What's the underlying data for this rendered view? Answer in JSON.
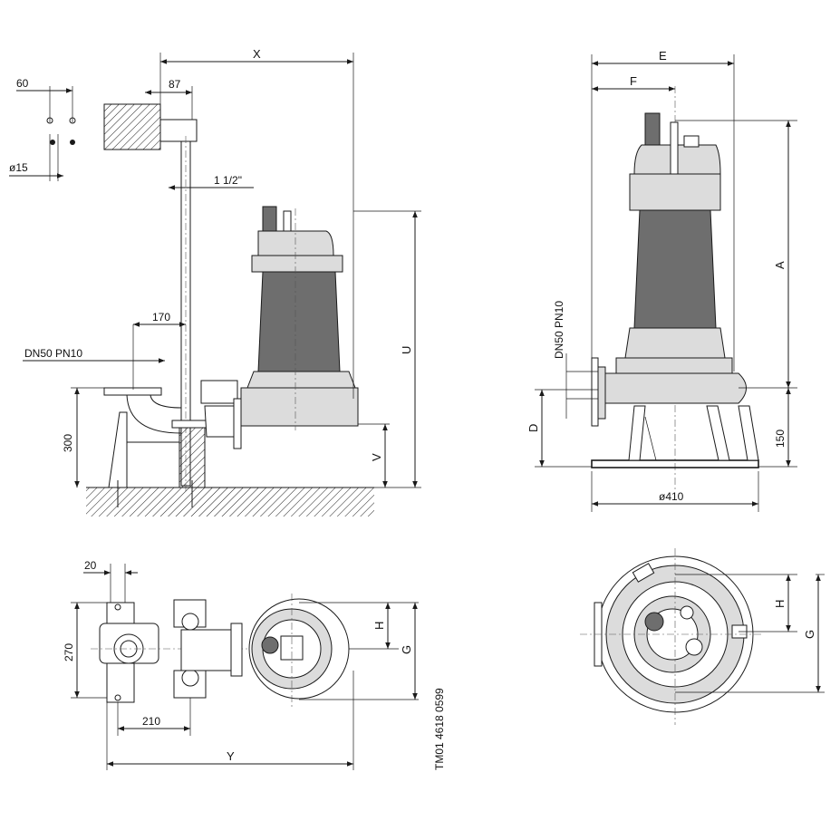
{
  "labels": {
    "x": "X",
    "d87": "87",
    "d60": "60",
    "d15": "ø15",
    "pipe": "1 1/2\"",
    "d170": "170",
    "dn_side": "DN50 PN10",
    "d300": "300",
    "u": "U",
    "v": "V",
    "e": "E",
    "f": "F",
    "a": "A",
    "dn_front": "DN50 PN10",
    "d": "D",
    "d150": "150",
    "d410": "ø410",
    "d20": "20",
    "d270": "270",
    "h_plan": "H",
    "g_plan": "G",
    "d210": "210",
    "y": "Y",
    "drawing_no": "TM01 4618 0599",
    "h_top": "H",
    "g_top": "G"
  },
  "colors": {
    "line": "#1a1a1a",
    "pump_fill": "#dcdcdc",
    "motor_dark": "#6e6e6e",
    "background": "#ffffff"
  }
}
